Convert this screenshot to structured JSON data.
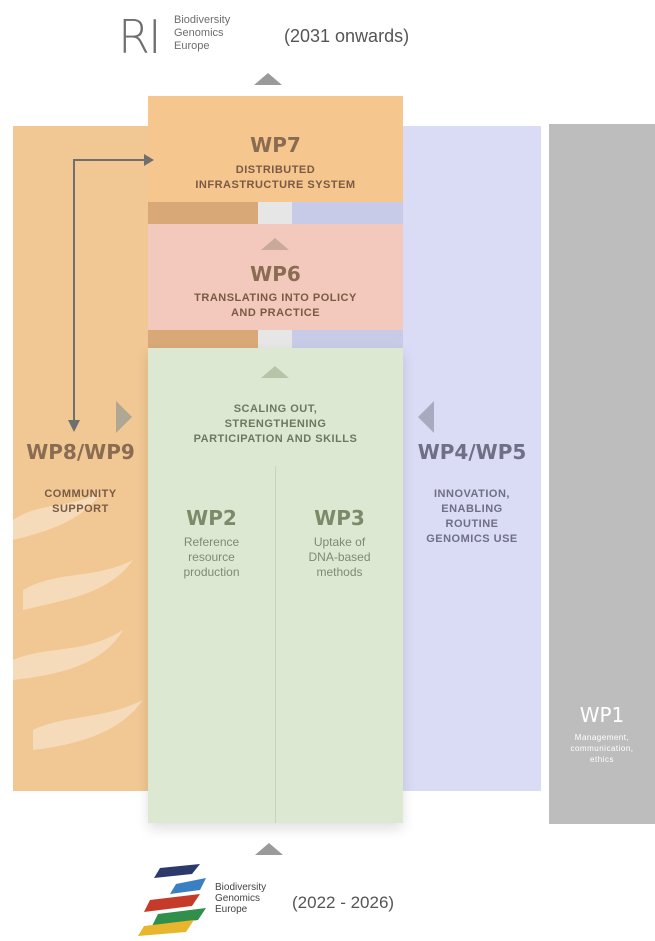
{
  "header": {
    "logo_letters": "RI",
    "logo_lines": [
      "Biodiversity",
      "Genomics",
      "Europe"
    ],
    "period": "(2031 onwards)"
  },
  "wp7": {
    "title": "WP7",
    "subtitle_lines": [
      "DISTRIBUTED",
      "INFRASTRUCTURE SYSTEM"
    ]
  },
  "wp6": {
    "title": "WP6",
    "subtitle_lines": [
      "TRANSLATING INTO POLICY",
      "AND PRACTICE"
    ]
  },
  "scaling": {
    "subtitle_lines": [
      "SCALING OUT,",
      "STRENGTHENING",
      "PARTICIPATION AND SKILLS"
    ]
  },
  "wp2": {
    "title": "WP2",
    "desc_lines": [
      "Reference",
      "resource",
      "production"
    ]
  },
  "wp3": {
    "title": "WP3",
    "desc_lines": [
      "Uptake of",
      "DNA-based",
      "methods"
    ]
  },
  "wp89": {
    "title": "WP8/WP9",
    "subtitle_lines": [
      "COMMUNITY",
      "SUPPORT"
    ]
  },
  "wp45": {
    "title": "WP4/WP5",
    "subtitle_lines": [
      "INNOVATION,",
      "ENABLING",
      "ROUTINE",
      "GENOMICS USE"
    ]
  },
  "wp1": {
    "title": "WP1",
    "desc_lines": [
      "Management,",
      "communication,",
      "ethics"
    ]
  },
  "footer": {
    "logo_lines": [
      "Biodiversity",
      "Genomics",
      "Europe"
    ],
    "period": "(2022 - 2026)"
  },
  "colors": {
    "community": "#f1c894",
    "innovation": "#d9dcf4",
    "wp1": "#bdbdbd",
    "wp7": "#f5c78f",
    "wp6": "#f2c9bc",
    "core": "#dde8d3"
  }
}
